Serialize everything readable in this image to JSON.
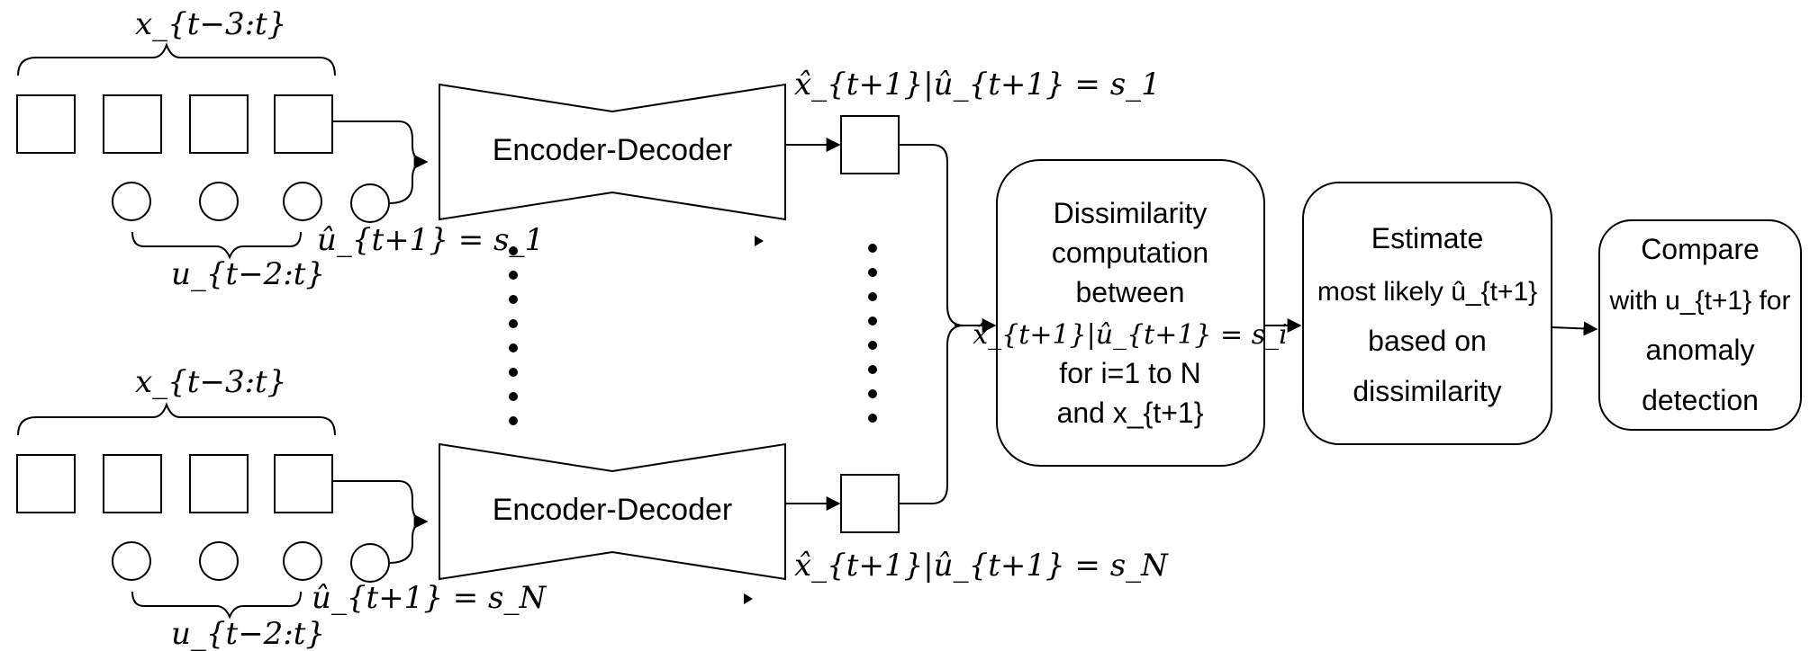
{
  "top_branch": {
    "x_window_label": "x_{t−3:t}",
    "u_window_label": "u_{t−2:t}",
    "u_hat_label": "û_{t+1} = s_1",
    "encoder_decoder_label": "Encoder-Decoder",
    "output_label": "x̂_{t+1}|û_{t+1} = s_1"
  },
  "bottom_branch": {
    "x_window_label": "x_{t−3:t}",
    "u_window_label": "u_{t−2:t}",
    "u_hat_label": "û_{t+1} = s_N",
    "encoder_decoder_label": "Encoder-Decoder",
    "output_label": "x̂_{t+1}|û_{t+1} = s_N"
  },
  "dissimilarity_box": {
    "lines": [
      "Dissimilarity",
      "computation",
      "between",
      "x̂_{t+1}|û_{t+1} = s_i",
      "for i=1 to N",
      "and x_{t+1}"
    ]
  },
  "estimate_box": {
    "lines": [
      "Estimate",
      "most likely û_{t+1}",
      "based on",
      "dissimilarity"
    ]
  },
  "compare_box": {
    "lines": [
      "Compare",
      "with u_{t+1} for",
      "anomaly",
      "detection"
    ]
  }
}
